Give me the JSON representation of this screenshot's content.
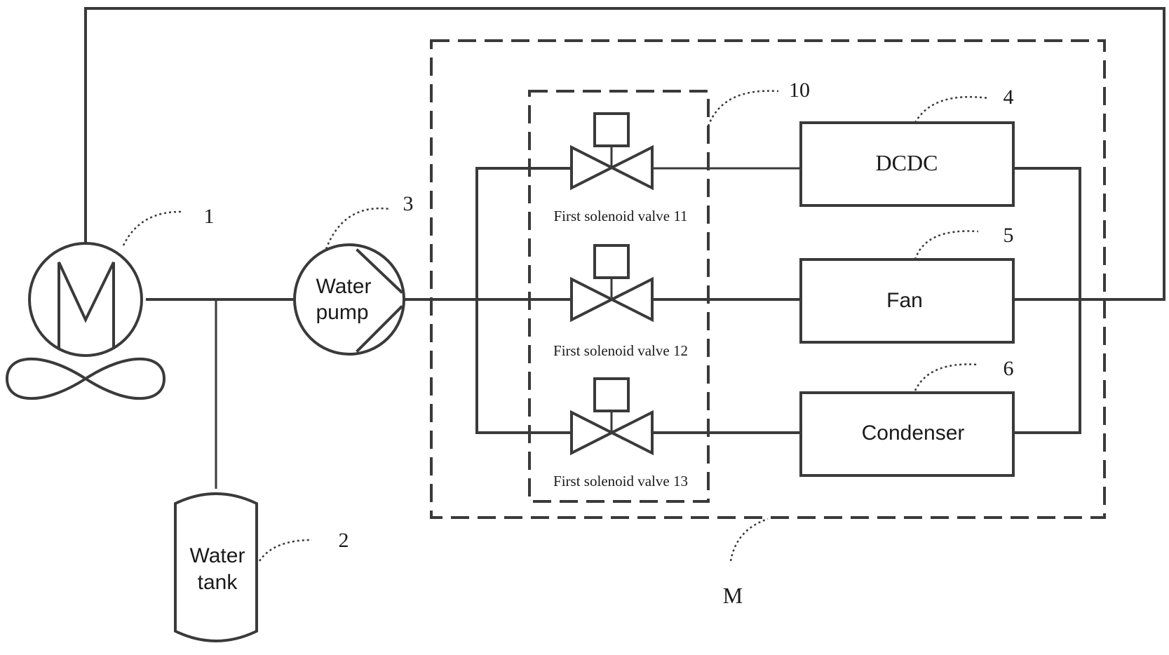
{
  "components": {
    "radiator_ref": "1",
    "tank_ref": "2",
    "tank_label": [
      "Water",
      "tank"
    ],
    "pump_ref": "3",
    "pump_label": [
      "Water",
      "pump"
    ],
    "dcdc_ref": "4",
    "dcdc_label": "DCDC",
    "fan_ref": "5",
    "fan_label": "Fan",
    "condenser_ref": "6",
    "condenser_label": "Condenser",
    "valve_group_ref": "10",
    "valve_1_label": "First solenoid valve 11",
    "valve_2_label": "First solenoid valve 12",
    "valve_3_label": "First solenoid valve 13",
    "module_ref": "M"
  }
}
